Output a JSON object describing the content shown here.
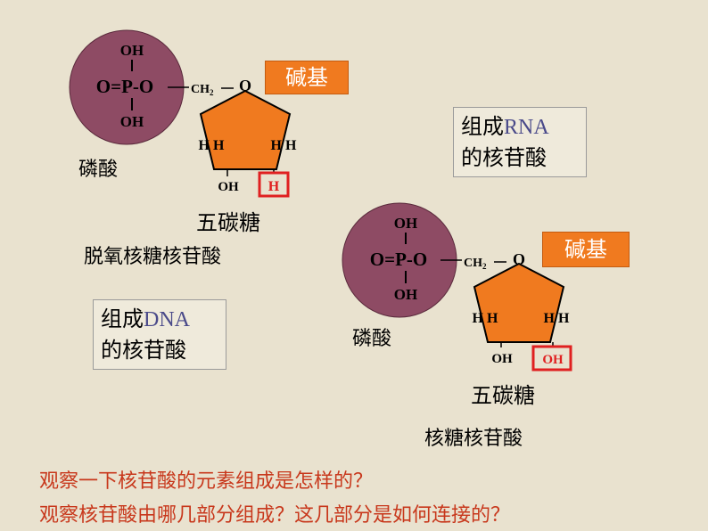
{
  "left": {
    "phosphate": {
      "oh_top": "OH",
      "main": "O=P-O",
      "oh_bottom": "OH",
      "label": "磷酸"
    },
    "sugar": {
      "ch2": "CH",
      "ch2_sub": "2",
      "ring_o": "O",
      "h_left": "H H",
      "h_right": "H H",
      "oh": "OH",
      "highlight": "H",
      "label": "五碳糖"
    },
    "base_label": "碱基",
    "nucleotide_name": "脱氧核糖核苷酸",
    "box": {
      "line1_pre": "组成",
      "line1_en": "DNA",
      "line2": "的核苷酸"
    }
  },
  "right": {
    "phosphate": {
      "oh_top": "OH",
      "main": "O=P-O",
      "oh_bottom": "OH",
      "label": "磷酸"
    },
    "sugar": {
      "ch2": "CH",
      "ch2_sub": "2",
      "ring_o": "O",
      "h_left": "H H",
      "h_right": "H H",
      "oh": "OH",
      "highlight": "OH",
      "label": "五碳糖"
    },
    "base_label": "碱基",
    "nucleotide_name": "核糖核苷酸",
    "box": {
      "line1_pre": "组成",
      "line1_en": "RNA",
      "line2": "的核苷酸"
    }
  },
  "questions": [
    "观察一下核苷酸的元素组成是怎样的？",
    "观察核苷酸由哪几部分组成？这几部分是如何连接的？"
  ],
  "colors": {
    "background": "#e9e2cf",
    "phosphate_fill": "#8e4b64",
    "sugar_fill": "#f07a1f",
    "base_fill": "#f07a1f",
    "highlight": "#e02020",
    "question_text": "#c8381c"
  }
}
